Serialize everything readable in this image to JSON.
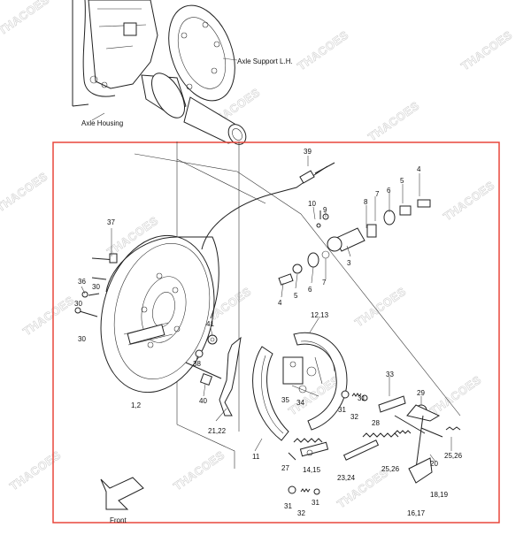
{
  "diagram": {
    "captions": {
      "axle_support": "Axle Support L.H.",
      "axle_housing": "Axle Housing",
      "front": "Front"
    },
    "watermark": "THACOES",
    "highlight_color": "#e8473b",
    "parts": [
      {
        "id": "p39",
        "label": "39"
      },
      {
        "id": "p4a",
        "label": "4"
      },
      {
        "id": "p5a",
        "label": "5"
      },
      {
        "id": "p6a",
        "label": "6"
      },
      {
        "id": "p7a",
        "label": "7"
      },
      {
        "id": "p8",
        "label": "8"
      },
      {
        "id": "p10",
        "label": "10"
      },
      {
        "id": "p9",
        "label": "9"
      },
      {
        "id": "p37",
        "label": "37"
      },
      {
        "id": "p3",
        "label": "3"
      },
      {
        "id": "p36",
        "label": "36"
      },
      {
        "id": "p30a",
        "label": "30"
      },
      {
        "id": "p30b",
        "label": "30"
      },
      {
        "id": "p30c",
        "label": "30"
      },
      {
        "id": "p4b",
        "label": "4"
      },
      {
        "id": "p5b",
        "label": "5"
      },
      {
        "id": "p6b",
        "label": "6"
      },
      {
        "id": "p7b",
        "label": "7"
      },
      {
        "id": "p1213",
        "label": "12,13"
      },
      {
        "id": "p41",
        "label": "41"
      },
      {
        "id": "p38",
        "label": "38"
      },
      {
        "id": "p40",
        "label": "40"
      },
      {
        "id": "p12",
        "label": "1,2"
      },
      {
        "id": "p2122",
        "label": "21,22"
      },
      {
        "id": "p11",
        "label": "11"
      },
      {
        "id": "p35",
        "label": "35"
      },
      {
        "id": "p34",
        "label": "34"
      },
      {
        "id": "p31a",
        "label": "31"
      },
      {
        "id": "p32a",
        "label": "32"
      },
      {
        "id": "p31b",
        "label": "31"
      },
      {
        "id": "p33",
        "label": "33"
      },
      {
        "id": "p29",
        "label": "29"
      },
      {
        "id": "p28",
        "label": "28"
      },
      {
        "id": "p27",
        "label": "27"
      },
      {
        "id": "p1415",
        "label": "14,15"
      },
      {
        "id": "p2324",
        "label": "23,24"
      },
      {
        "id": "p2526a",
        "label": "25,26"
      },
      {
        "id": "p20",
        "label": "20"
      },
      {
        "id": "p2526b",
        "label": "25,26"
      },
      {
        "id": "p1819",
        "label": "18,19"
      },
      {
        "id": "p1617",
        "label": "16,17"
      },
      {
        "id": "p31c",
        "label": "31"
      },
      {
        "id": "p32b",
        "label": "32"
      },
      {
        "id": "p31d",
        "label": "31"
      }
    ]
  }
}
